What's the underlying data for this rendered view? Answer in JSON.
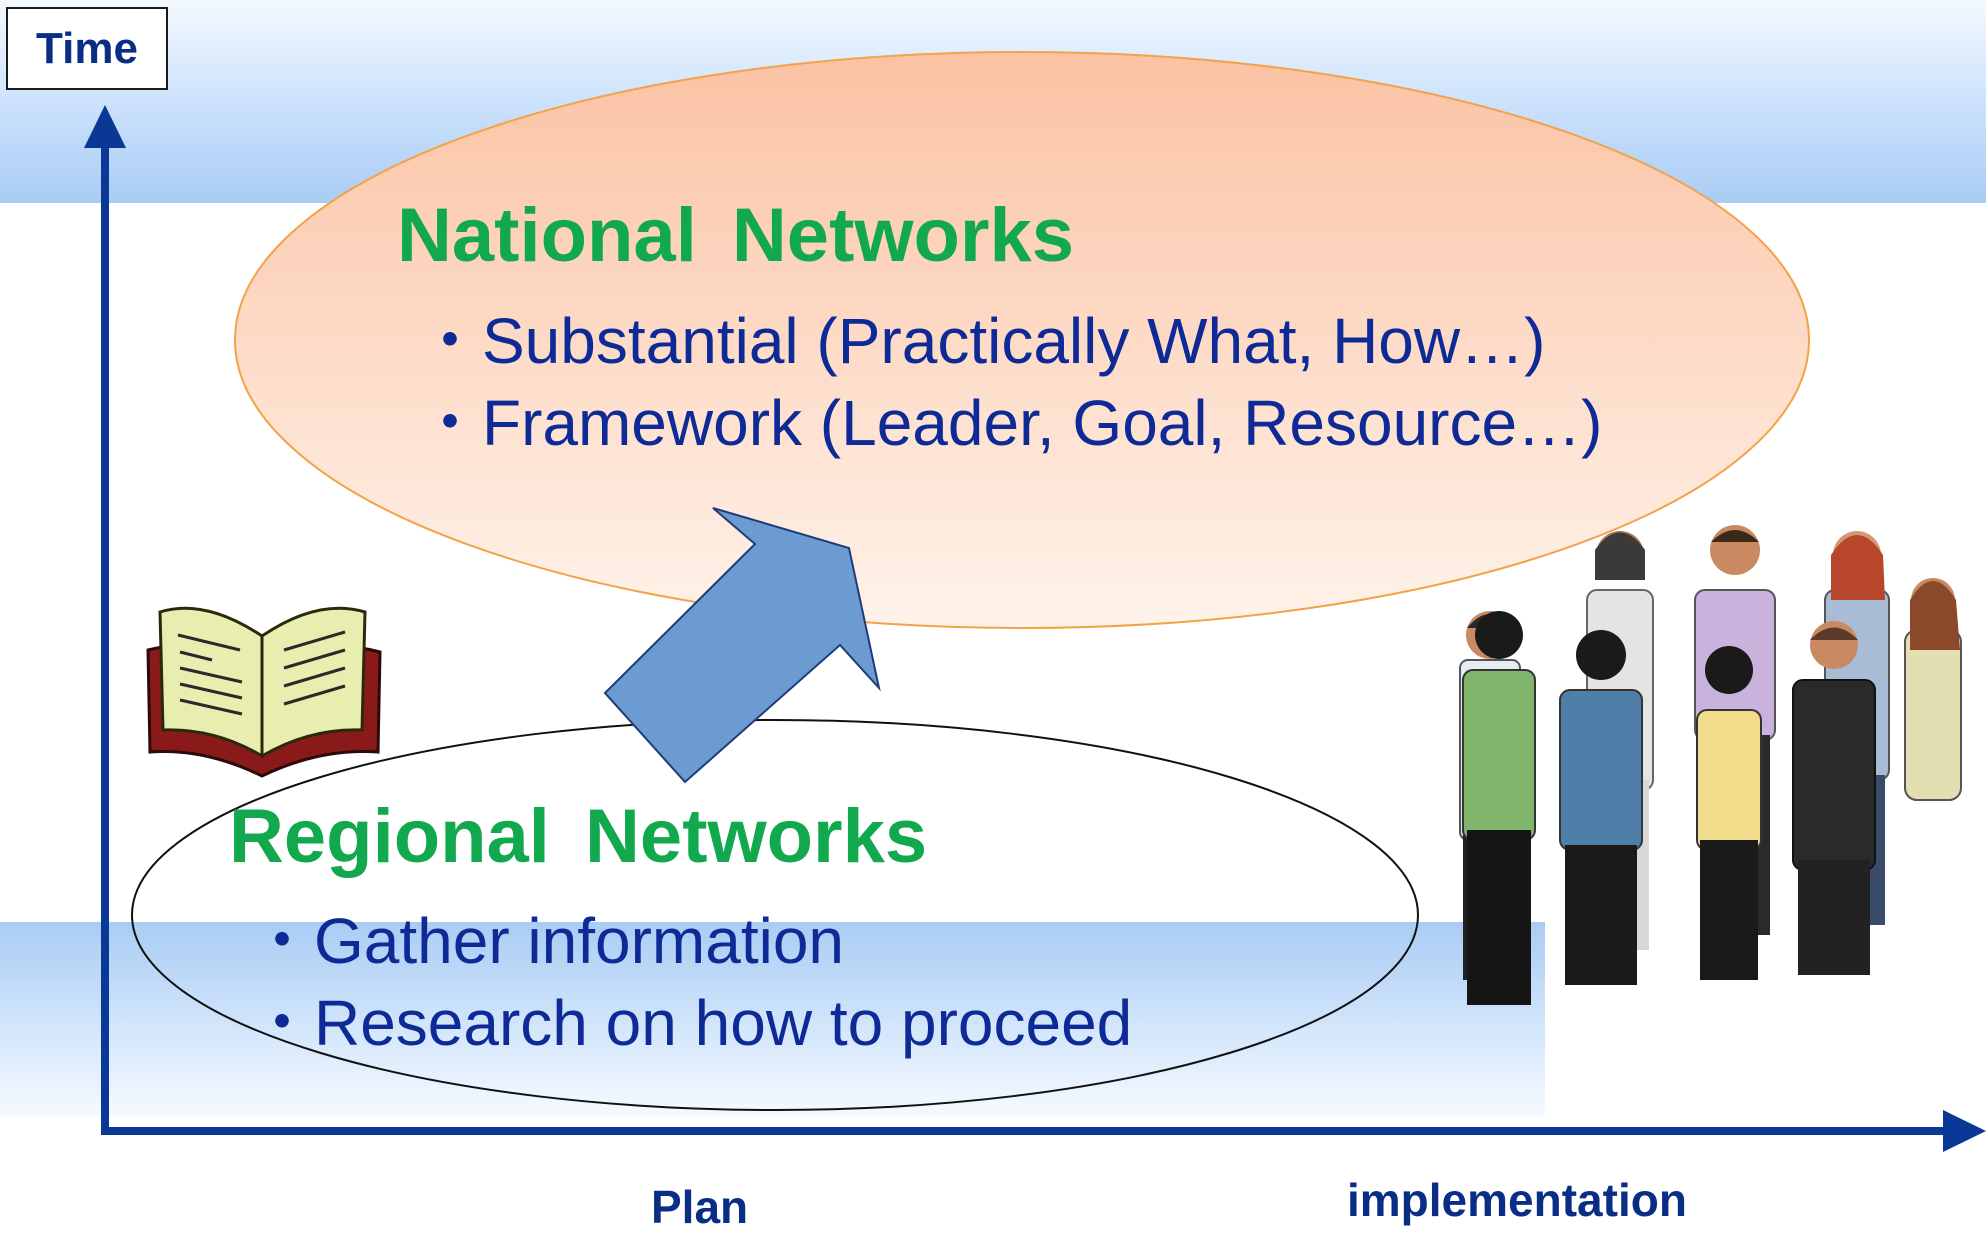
{
  "axes": {
    "y_label": "Time",
    "x_labels": [
      "Plan",
      "implementation"
    ]
  },
  "national": {
    "title": "National  Networks",
    "items": [
      "・Substantial (Practically What, How…)",
      "・Framework (Leader, Goal, Resource…)"
    ]
  },
  "regional": {
    "title": "Regional  Networks",
    "items": [
      "・Gather information",
      "・Research on how to proceed"
    ]
  },
  "colors": {
    "title_green": "#12a84e",
    "text_blue": "#0d2a96",
    "axis_blue": "#0a3896",
    "ellipse_peach": "#fbc7a8",
    "ellipse_border": "#f2a347",
    "arrow_blue": "#6b9bd0"
  },
  "icons": [
    "open-book-icon",
    "people-group-icon"
  ]
}
